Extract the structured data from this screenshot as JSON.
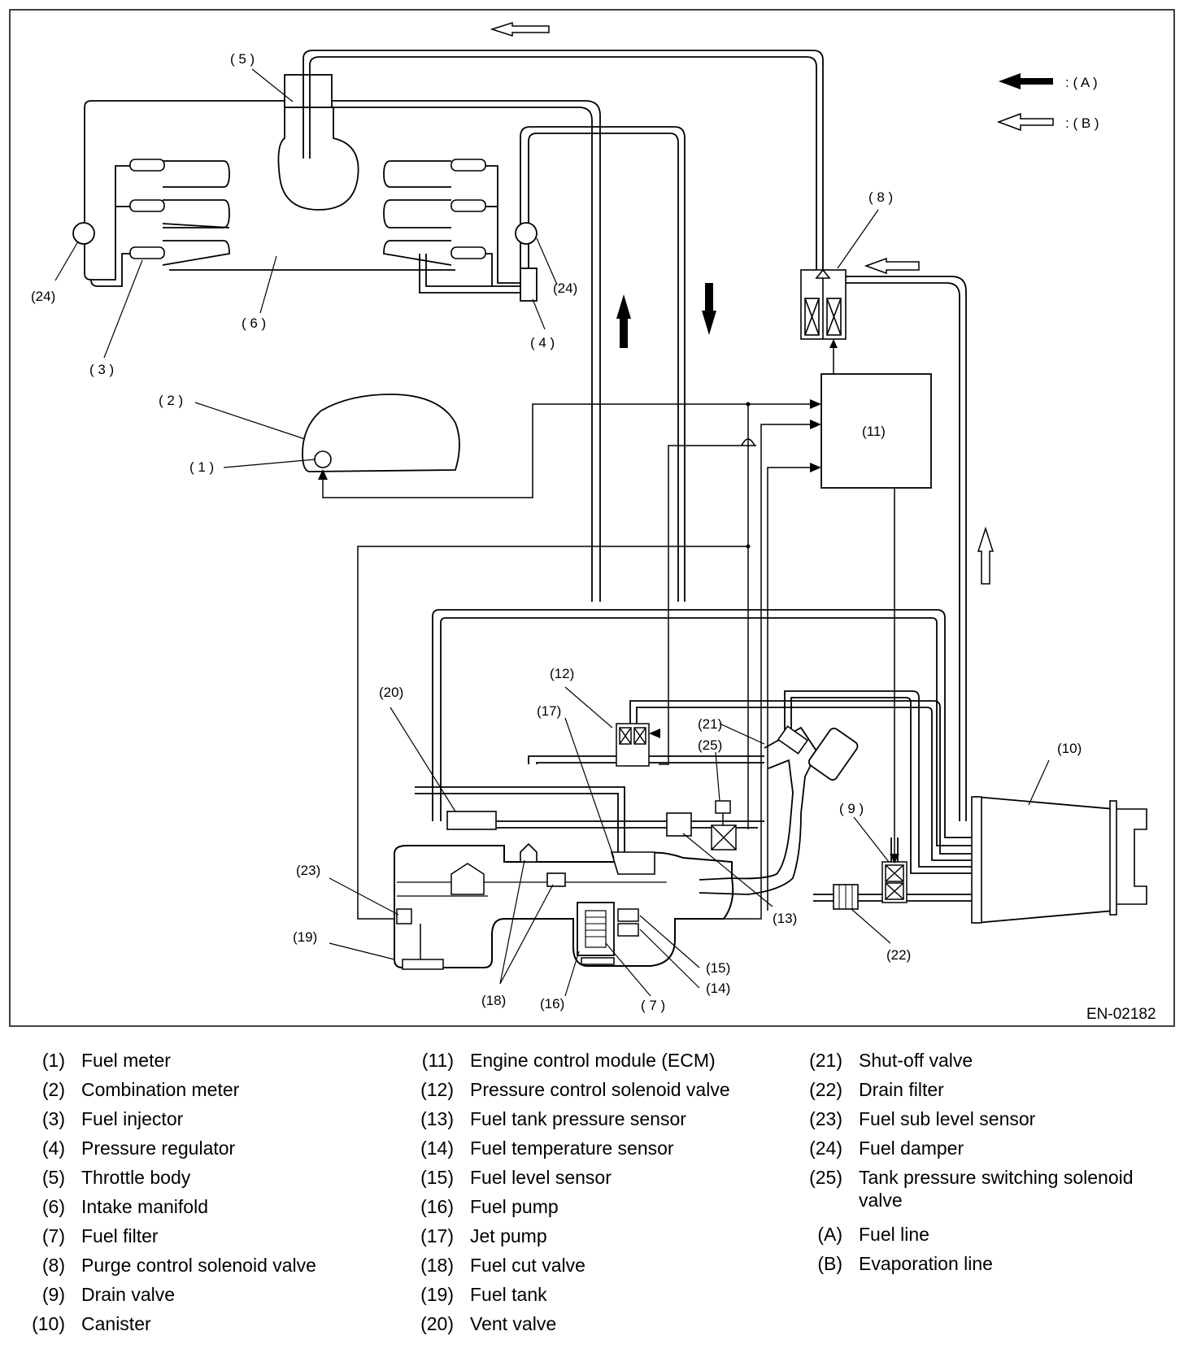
{
  "diagram": {
    "code": "EN-02182",
    "key": [
      {
        "marker": ": ( A )",
        "fill": "#000000"
      },
      {
        "marker": ": ( B )",
        "fill": "#ffffff"
      }
    ],
    "callouts": [
      "( 1 )",
      "( 2 )",
      "( 3 )",
      "( 4 )",
      "( 5 )",
      "( 6 )",
      "( 7 )",
      "( 8 )",
      "( 9 )",
      "(10)",
      "(11)",
      "(12)",
      "(13)",
      "(14)",
      "(15)",
      "(16)",
      "(17)",
      "(18)",
      "(19)",
      "(20)",
      "(21)",
      "(22)",
      "(23)",
      "(24)",
      "(25)"
    ]
  },
  "legend": {
    "columns": [
      [
        {
          "num": "(1)",
          "text": "Fuel meter"
        },
        {
          "num": "(2)",
          "text": "Combination meter"
        },
        {
          "num": "(3)",
          "text": "Fuel injector"
        },
        {
          "num": "(4)",
          "text": "Pressure regulator"
        },
        {
          "num": "(5)",
          "text": "Throttle body"
        },
        {
          "num": "(6)",
          "text": "Intake manifold"
        },
        {
          "num": "(7)",
          "text": "Fuel filter"
        },
        {
          "num": "(8)",
          "text": "Purge control solenoid valve"
        },
        {
          "num": "(9)",
          "text": "Drain valve"
        },
        {
          "num": "(10)",
          "text": "Canister"
        }
      ],
      [
        {
          "num": "(11)",
          "text": "Engine control module (ECM)"
        },
        {
          "num": "(12)",
          "text": "Pressure control solenoid valve"
        },
        {
          "num": "(13)",
          "text": "Fuel tank pressure sensor"
        },
        {
          "num": "(14)",
          "text": "Fuel temperature sensor"
        },
        {
          "num": "(15)",
          "text": "Fuel level sensor"
        },
        {
          "num": "(16)",
          "text": "Fuel pump"
        },
        {
          "num": "(17)",
          "text": "Jet pump"
        },
        {
          "num": "(18)",
          "text": "Fuel cut valve"
        },
        {
          "num": "(19)",
          "text": "Fuel tank"
        },
        {
          "num": "(20)",
          "text": "Vent valve"
        }
      ],
      [
        {
          "num": "(21)",
          "text": "Shut-off valve"
        },
        {
          "num": "(22)",
          "text": "Drain filter"
        },
        {
          "num": "(23)",
          "text": "Fuel sub level sensor"
        },
        {
          "num": "(24)",
          "text": "Fuel damper"
        },
        {
          "num": "(25)",
          "text": "Tank pressure switching solenoid valve"
        },
        {
          "num": "(A)",
          "text": "Fuel line"
        },
        {
          "num": "(B)",
          "text": "Evaporation line"
        }
      ]
    ]
  }
}
